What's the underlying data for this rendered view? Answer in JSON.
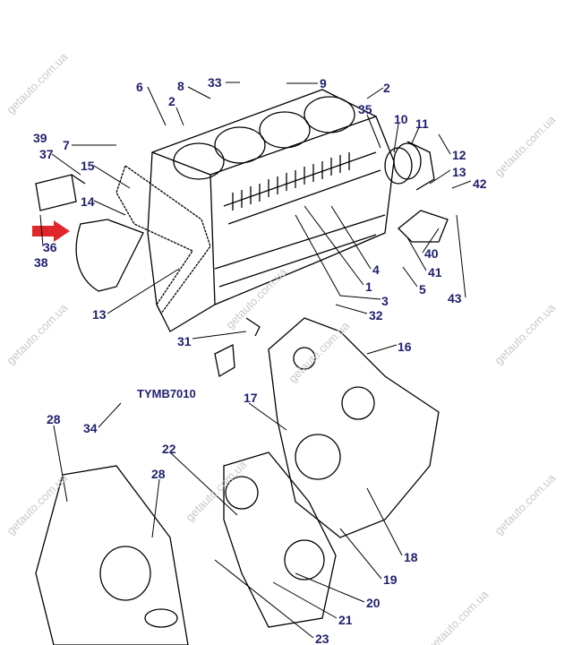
{
  "diagram": {
    "drawing_code": "TYMB7010",
    "watermark": "getauto.com.ua",
    "callouts": [
      "6",
      "8",
      "33",
      "9",
      "2",
      "2",
      "35",
      "10",
      "11",
      "12",
      "13",
      "42",
      "39",
      "37",
      "7",
      "15",
      "14",
      "36",
      "38",
      "40",
      "41",
      "5",
      "43",
      "4",
      "1",
      "3",
      "32",
      "13",
      "31",
      "16",
      "17",
      "28",
      "34",
      "22",
      "28",
      "18",
      "19",
      "20",
      "21",
      "23"
    ],
    "colors": {
      "label": "#1f1f6e",
      "arrow": "#e0262b",
      "line": "#000000"
    }
  }
}
